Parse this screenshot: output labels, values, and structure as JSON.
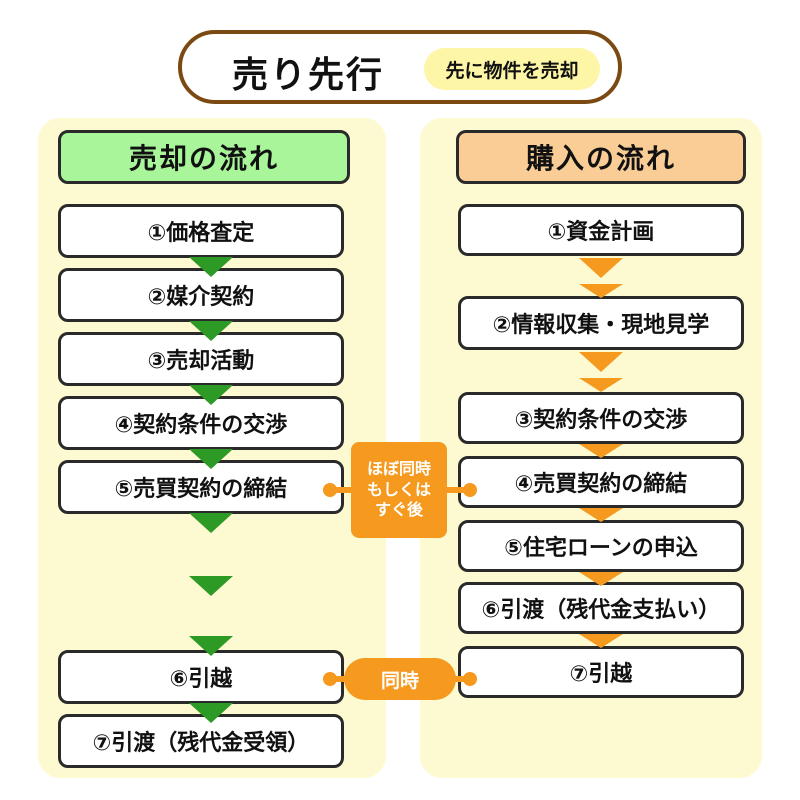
{
  "title": "売り先行",
  "subtitle": "先に物件を売却",
  "sell": {
    "header": "売却の流れ",
    "steps": [
      "①価格査定",
      "②媒介契約",
      "③売却活動",
      "④契約条件の交渉",
      "⑤売買契約の締結",
      "⑥引越",
      "⑦引渡（残代金受領）"
    ]
  },
  "buy": {
    "header": "購入の流れ",
    "steps": [
      "①資金計画",
      "②情報収集・現地見学",
      "③契約条件の交渉",
      "④売買契約の締結",
      "⑤住宅ローンの申込",
      "⑥引渡（残代金支払い）",
      "⑦引越"
    ]
  },
  "sync_label": "ほぼ同時\nもしくは\nすぐ後",
  "same_time_label": "同時",
  "colors": {
    "sell_header": "#a8f59a",
    "buy_header": "#f9cd95",
    "panel": "#fdfad2",
    "green_arrow": "#2c9a24",
    "orange": "#f59a1e",
    "title_border": "#7a4a12",
    "subtitle_pill": "#fdf6a6"
  }
}
